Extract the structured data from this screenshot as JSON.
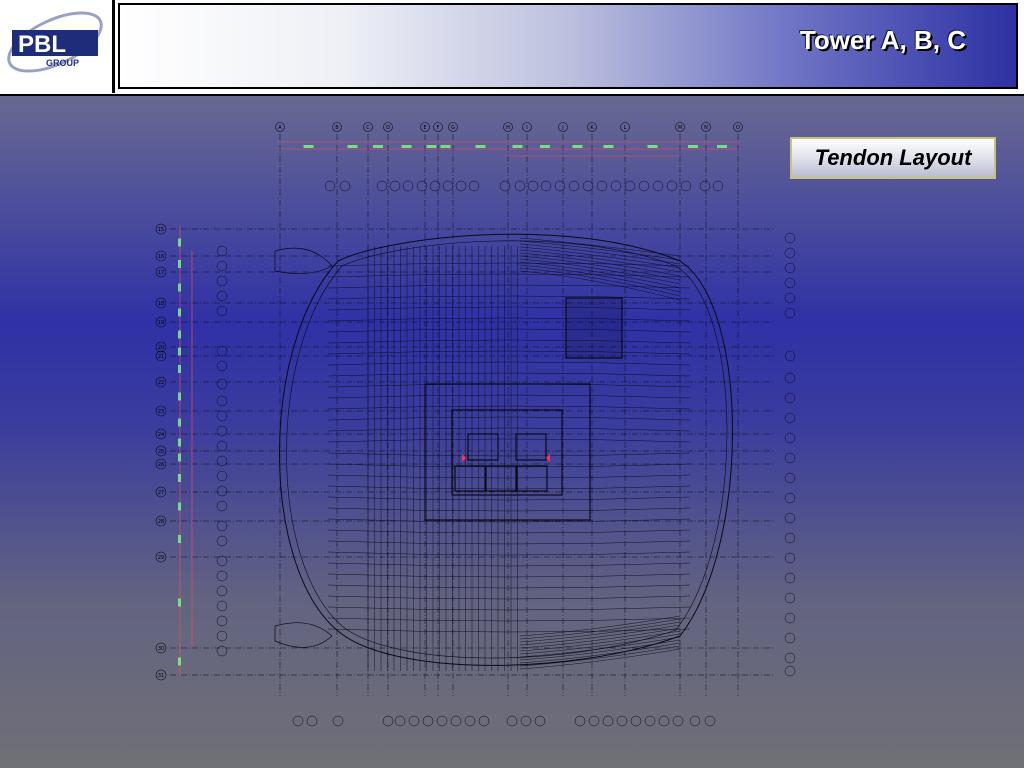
{
  "header": {
    "logo": {
      "text": "PBL",
      "subtext": "GROUP"
    },
    "title": "Tower A, B, C"
  },
  "slide": {
    "label": "Tendon Layout"
  },
  "drawing": {
    "column_grid": [
      "A",
      "B",
      "C",
      "D",
      "E",
      "F",
      "G",
      "H",
      "I",
      "J",
      "K",
      "L",
      "M",
      "N",
      "O"
    ],
    "row_grid": [
      "15",
      "16",
      "17",
      "18",
      "19",
      "20",
      "21",
      "22",
      "23",
      "24",
      "25",
      "26",
      "27",
      "28",
      "29",
      "30",
      "31"
    ],
    "colors": {
      "line": "#0a0a14",
      "dimension_red": "#ff4d4d",
      "dimension_green": "#7dff7d",
      "highlight": "#ff3355"
    }
  }
}
